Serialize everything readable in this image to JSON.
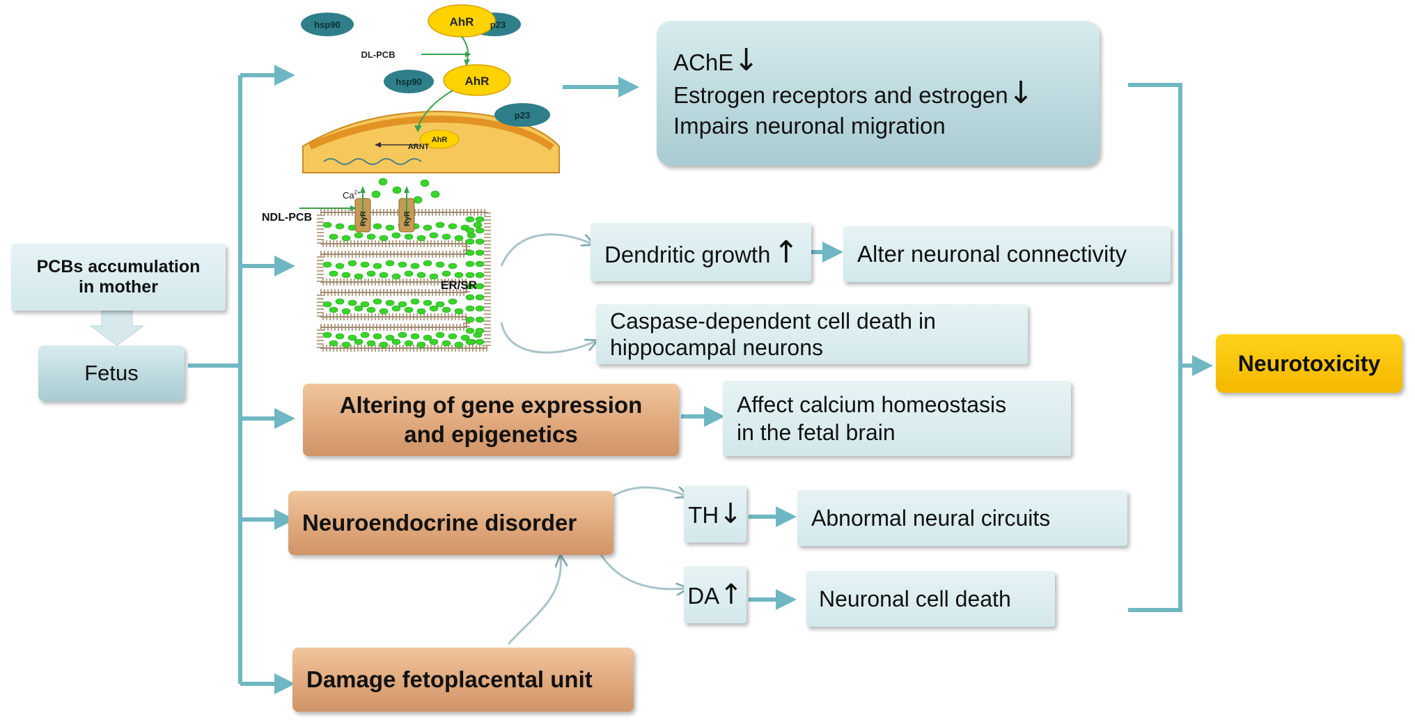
{
  "nodes": {
    "mother": [
      "PCBs accumulation",
      "in mother"
    ],
    "fetus": "Fetus",
    "ache_box": {
      "ache": "AChE",
      "estrogen": "Estrogen receptors and estrogen",
      "migration": "Impairs neuronal migration"
    },
    "dendritic": "Dendritic growth",
    "connectivity": "Alter neuronal connectivity",
    "caspase": [
      "Caspase-dependent cell death in",
      "hippocampal neurons"
    ],
    "gene": [
      "Altering of gene expression",
      "and epigenetics"
    ],
    "calcium": [
      "Affect calcium homeostasis",
      "in the fetal brain"
    ],
    "neuroendocrine": "Neuroendocrine disorder",
    "th": "TH",
    "circuits": "Abnormal neural circuits",
    "da": "DA",
    "cell_death": "Neuronal cell death",
    "fetoplacental": "Damage fetoplacental unit",
    "neurotoxicity": "Neurotoxicity"
  },
  "ahr_figure": {
    "hsp90": "hsp90",
    "ahr": "AhR",
    "p23": "p23",
    "dl_pcb": "DL-PCB",
    "arnt": "ARNT"
  },
  "ndl_figure": {
    "ndl_pcb": "NDL-PCB",
    "ca": "Ca",
    "ca_sup": "2+",
    "ryr": "RyR",
    "er_sr": "ER/SR"
  },
  "symbols": {
    "down": "↓",
    "up": "↑"
  },
  "colors": {
    "connector": "#6fb7c2",
    "teal_box": "#bcd9de",
    "brown_box": "#dea67a",
    "gold_box": "#f4b800",
    "hsp90": "#2f7f8a",
    "ahr": "#ffd200",
    "calcium": "#39d42a"
  }
}
